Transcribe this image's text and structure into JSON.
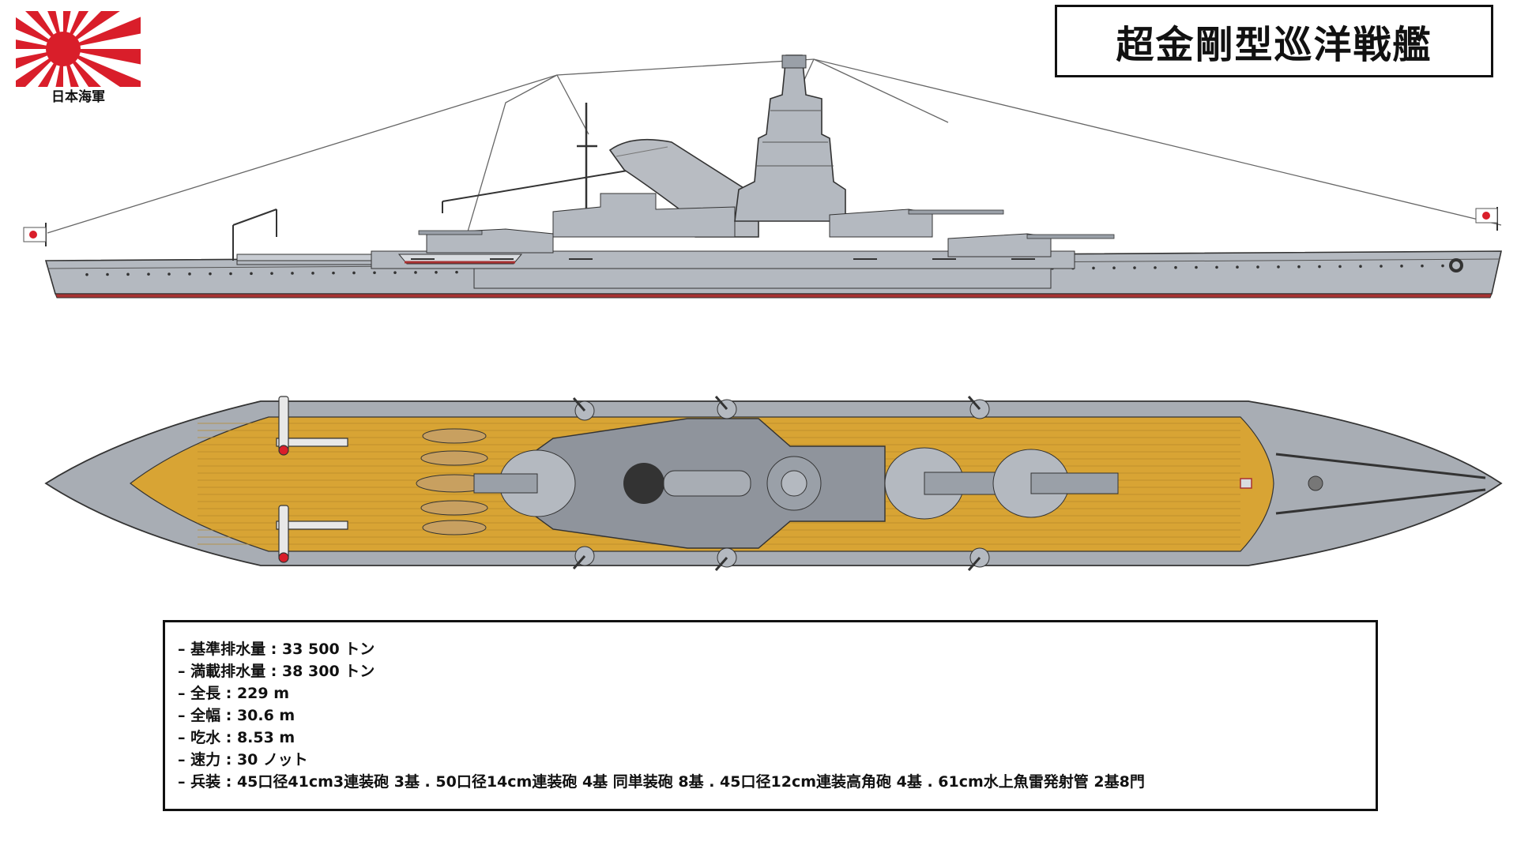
{
  "header": {
    "title": "超金剛型巡洋戦艦",
    "ensign_caption": "日本海軍"
  },
  "colors": {
    "hull_gray": "#b4b9c0",
    "deck_wood": "#d8a434",
    "waterline_red": "#a83232",
    "ensign_red": "#d91e2a",
    "outline": "#333333"
  },
  "icons": {
    "ensign": "rising-sun-flag-icon",
    "stern_flag": "rising-sun-flag-icon",
    "bow_jack": "hinomaru-flag-icon",
    "bow_crest": "chrysanthemum-crest-icon"
  },
  "specs": [
    "– 基準排水量 : 33 500 トン",
    "– 満載排水量 : 38 300 トン",
    "– 全長 : 229 m",
    "– 全幅 : 30.6 m",
    "– 吃水 : 8.53 m",
    "– 速力 : 30 ノット",
    "– 兵装 : 45口径41cm3連装砲 3基 . 50口径14cm連装砲 4基 同単装砲 8基 . 45口径12cm連装高角砲 4基 . 61cm水上魚雷発射管 2基8門"
  ]
}
